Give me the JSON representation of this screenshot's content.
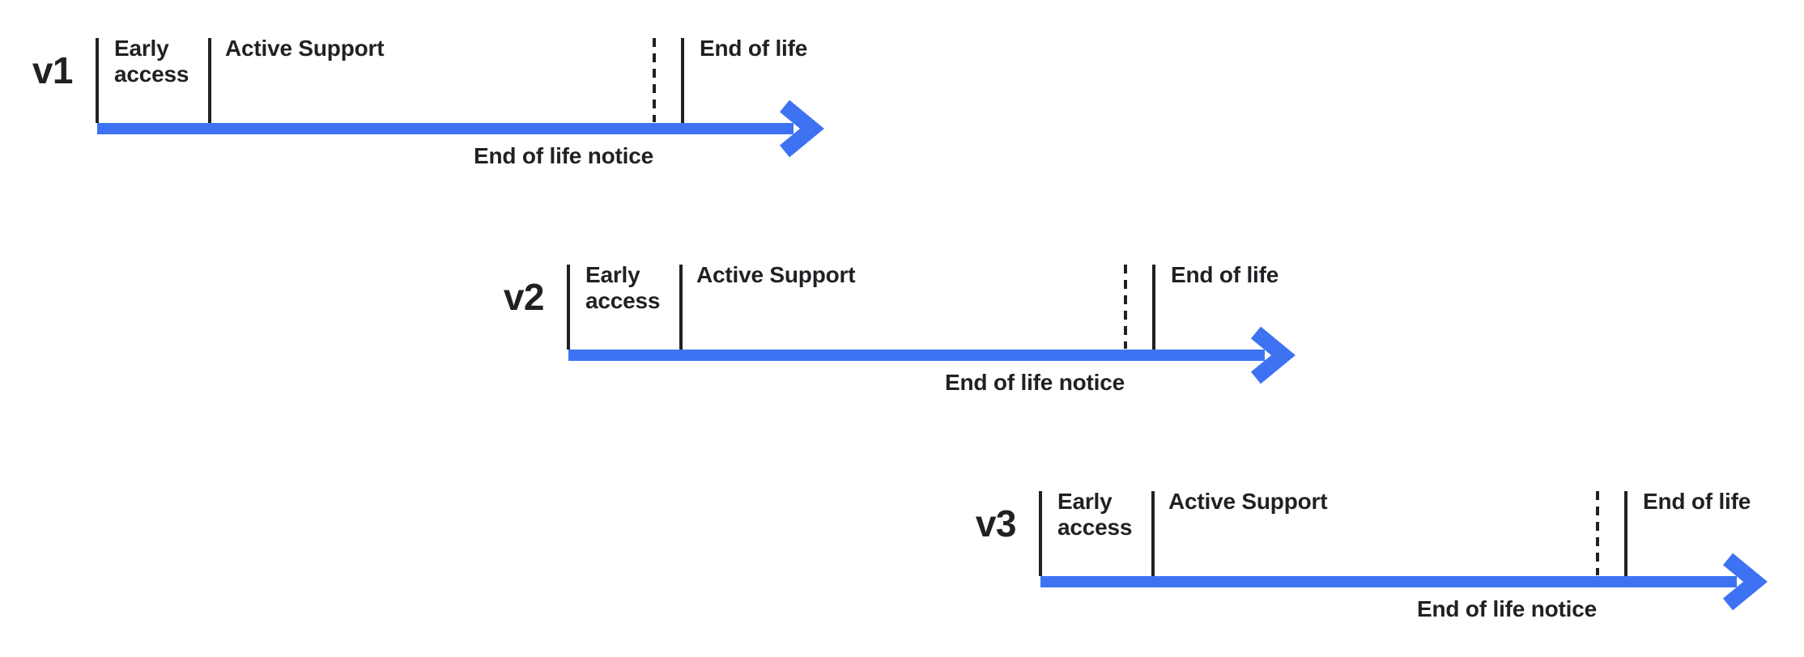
{
  "colors": {
    "arrow_blue": "#3D73F2",
    "ink": "#1F2124",
    "background": "#FFFFFF"
  },
  "phases": {
    "early_access": "Early access",
    "active_support": "Active Support",
    "end_of_life": "End of life",
    "end_of_life_notice": "End of life notice"
  },
  "timelines": [
    {
      "version": "v1"
    },
    {
      "version": "v2"
    },
    {
      "version": "v3"
    }
  ]
}
